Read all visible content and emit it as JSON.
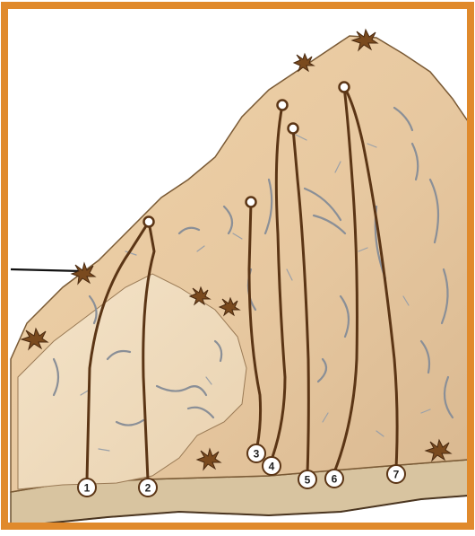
{
  "topo": {
    "frame_color": "#e08a2c",
    "rock_color": "#e6c9a2",
    "crack_color": "#8a8f97",
    "route_color": "#5b3515",
    "shrub_color": "#7a4a1e",
    "ground_color": "#d8c4a0",
    "routes": [
      {
        "number": "1"
      },
      {
        "number": "2"
      },
      {
        "number": "3"
      },
      {
        "number": "4"
      },
      {
        "number": "5"
      },
      {
        "number": "6"
      },
      {
        "number": "7"
      }
    ]
  }
}
